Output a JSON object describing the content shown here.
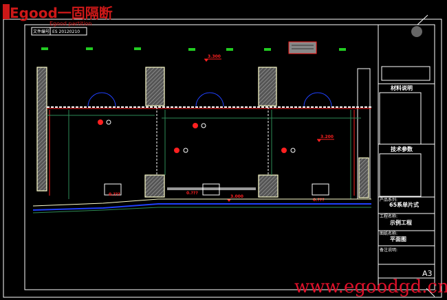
{
  "logo": {
    "brand": "Egood一固隔断",
    "subtitle": "Egood partition"
  },
  "file_no": {
    "label": "文件编号",
    "value": "ES 20120210"
  },
  "elevations": {
    "top": "3.300",
    "right": "3.200",
    "bottom": "3.000",
    "dim_left": "0.???",
    "dim_mid": "0.???",
    "dim_right": "0.???"
  },
  "title_block": {
    "materials_heading": "材料说明",
    "specs_heading": "技术参数",
    "product_label": "产品系列:",
    "product": "65系单片式",
    "project_label": "工程名称:",
    "project": "示例工程",
    "drawing_label": "图纸名称:",
    "drawing": "平面图",
    "remarks_label": "备注说明:",
    "paper_size": "A3"
  },
  "watermark": "www.egoodgd.cn",
  "colors": {
    "background": "#000000",
    "line": "#ffffff",
    "accent": "#ff2020",
    "grid": "#2e8b57",
    "tag": "#22cc22"
  }
}
